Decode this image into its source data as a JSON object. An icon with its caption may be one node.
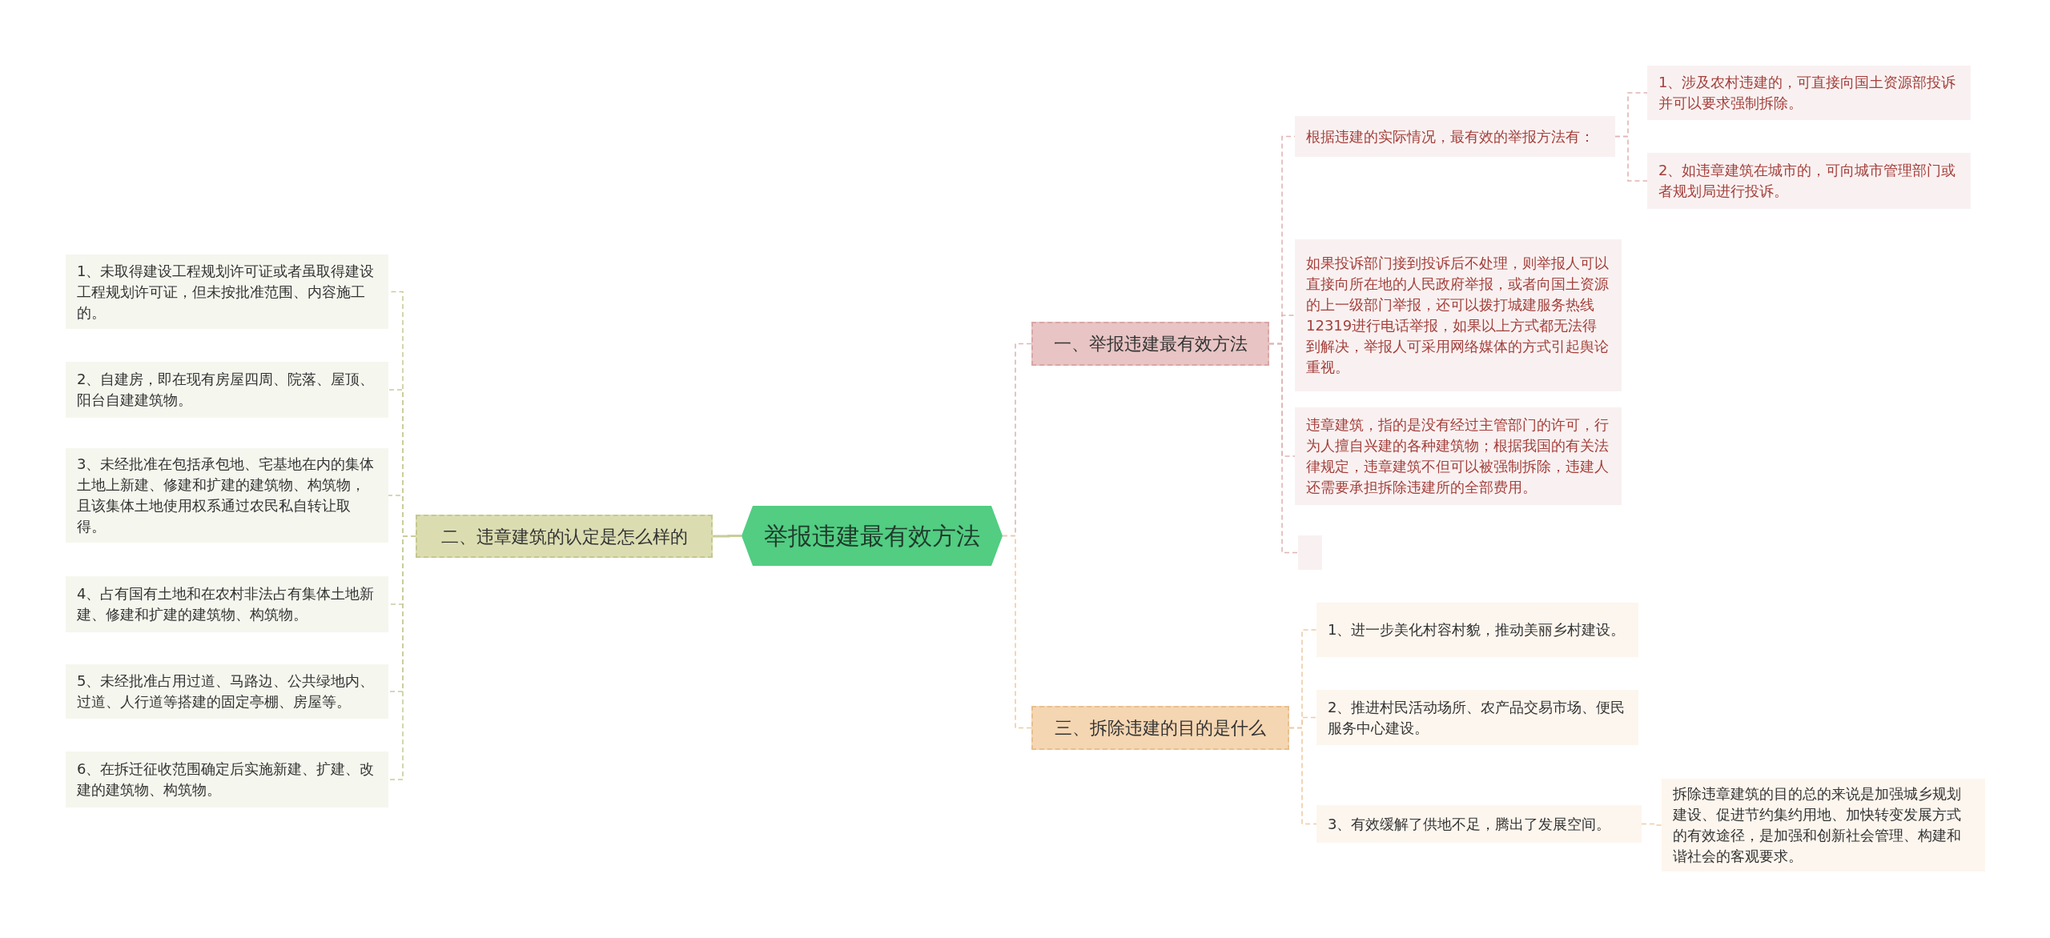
{
  "diagram": {
    "nodes": [
      {
        "text": [
          "举报违建最有效方法"
        ]
      },
      {
        "text": [
          "一、举报违建最有效方法"
        ]
      },
      {
        "text": [
          "根据违建的实际情况，最有效的举报方法有："
        ]
      },
      {
        "text": [
          "1、涉及农村违建的，可直接向国土资源部投诉并可以要求强制拆除。"
        ]
      },
      {
        "text": [
          "2、如违章建筑在城市的，可向城市管理部门或者规划局进行投诉。"
        ]
      },
      {
        "text": [
          "如果投诉部门接到投诉后不处理，则举报人可以直接向所在地的人民政府举报，或者向国土资源的上一级部门举报，还可以拨打城建服务热线12319进行电话举报，如果以上方式都无法得到解决，举报人可采用网络媒体的方式引起舆论重视。"
        ]
      },
      {
        "text": [
          "违章建筑，指的是没有经过主管部门的许可，行为人擅自兴建的各种建筑物；根据我国的有关法律规定，违章建筑不但可以被强制拆除，违建人还需要承担拆除违建所的全部费用。"
        ]
      },
      {
        "text": [],
        "shape": "box"
      },
      {
        "text": [
          "二、违章建筑的认定是怎么样的"
        ]
      },
      {
        "text": [
          "1、未取得建设工程规划许可证或者虽取得建设工程规划许可证，但未按批准范围、内容施工的。"
        ]
      },
      {
        "text": [
          "2、自建房，即在现有房屋四周、院落、屋顶、阳台自建建筑物。"
        ]
      },
      {
        "text": [
          "3、未经批准在包括承包地、宅基地在内的集体土地上新建、修建和扩建的建筑物、构筑物，且该集体土地使用权系通过农民私自转让取得。"
        ]
      },
      {
        "text": [
          "4、占有国有土地和在农村非法占有集体土地新建、修建和扩建的建筑物、构筑物。"
        ]
      },
      {
        "text": [
          "5、未经批准占用过道、马路边、公共绿地内、过道、人行道等搭建的固定亭棚、房屋等。"
        ]
      },
      {
        "text": [
          "6、在拆迁征收范围确定后实施新建、扩建、改建的建筑物、构筑物。"
        ]
      },
      {
        "text": [
          "三、拆除违建的目的是什么"
        ]
      },
      {
        "text": [
          "1、进一步美化村容村貌，推动美丽乡村建设。"
        ]
      },
      {
        "text": [
          "2、推进村民活动场所、农产品交易市场、便民服务中心建设。"
        ]
      },
      {
        "text": [
          "3、有效缓解了供地不足，腾出了发展空间。"
        ]
      },
      {
        "text": [
          "拆除违章建筑的目的总的来说是加强城乡规划建设、促进节约集约用地、加快转变发展方式的有效途径，是加强和创新社会管理、构建和谐社会的客观要求。"
        ]
      }
    ],
    "edges": [
      {
        "from": 0,
        "to": 1,
        "arrow": "none",
        "style": "dashed",
        "color": "#e0b4b4"
      },
      {
        "from": 1,
        "to": 2,
        "arrow": "none",
        "style": "dashed",
        "color": "#e0b4b4"
      },
      {
        "from": 2,
        "to": 3,
        "arrow": "none",
        "style": "dashed",
        "color": "#e0b4b4"
      },
      {
        "from": 2,
        "to": 4,
        "arrow": "none",
        "style": "dashed",
        "color": "#e0b4b4"
      },
      {
        "from": 1,
        "to": 5,
        "arrow": "none",
        "style": "dashed",
        "color": "#e0b4b4"
      },
      {
        "from": 1,
        "to": 6,
        "arrow": "none",
        "style": "dashed",
        "color": "#e0b4b4"
      },
      {
        "from": 1,
        "to": 7,
        "arrow": "none",
        "style": "dashed",
        "color": "#e0b4b4"
      },
      {
        "from": 0,
        "to": 8,
        "arrow": "none"
      },
      {
        "from": 8,
        "to": 9,
        "arrow": "none",
        "style": "dashed"
      },
      {
        "from": 8,
        "to": 10,
        "arrow": "none",
        "style": "dashed"
      },
      {
        "from": 8,
        "to": 11,
        "arrow": "none",
        "style": "dashed"
      },
      {
        "from": 8,
        "to": 12,
        "arrow": "none",
        "style": "dashed"
      },
      {
        "from": 8,
        "to": 13,
        "arrow": "none",
        "style": "dashed"
      },
      {
        "from": 8,
        "to": 14,
        "arrow": "none",
        "style": "dashed"
      },
      {
        "from": 0,
        "to": 15,
        "arrow": "none",
        "style": "dashed",
        "color": "#eecba4"
      },
      {
        "from": 15,
        "to": 16,
        "arrow": "none",
        "style": "dashed",
        "color": "#eecba4"
      },
      {
        "from": 15,
        "to": 17,
        "arrow": "none",
        "style": "dashed",
        "color": "#eecba4"
      },
      {
        "from": 15,
        "to": 18,
        "arrow": "none",
        "style": "dashed",
        "color": "#eecba4"
      },
      {
        "from": 18,
        "to": 19,
        "arrow": "none",
        "style": "dashed",
        "color": "#eecba4"
      }
    ]
  }
}
